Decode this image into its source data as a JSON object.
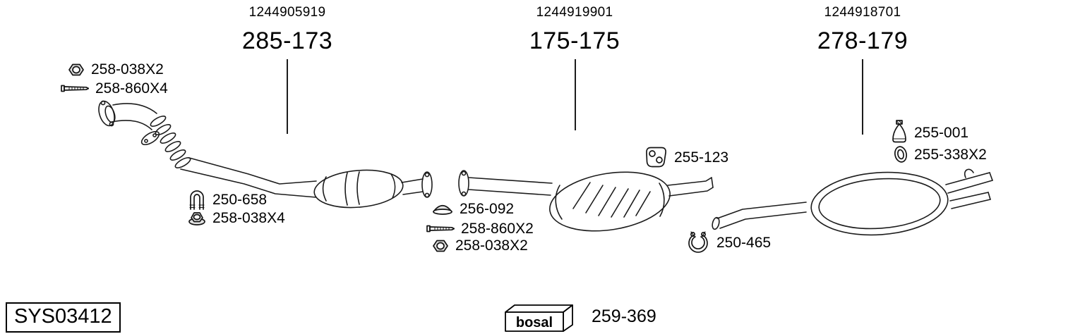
{
  "assemblies": [
    {
      "oe_number": "1244905919",
      "part_number": "285-173"
    },
    {
      "oe_number": "1244919901",
      "part_number": "175-175"
    },
    {
      "oe_number": "1244918701",
      "part_number": "278-179"
    }
  ],
  "parts": [
    {
      "label": "258-038X2",
      "icon": "hex-nut"
    },
    {
      "label": "258-860X4",
      "icon": "bolt"
    },
    {
      "label": "250-658",
      "icon": "u-bolt"
    },
    {
      "label": "258-038X4",
      "icon": "flange-nut"
    },
    {
      "label": "256-092",
      "icon": "gasket-cap"
    },
    {
      "label": "258-860X2",
      "icon": "bolt"
    },
    {
      "label": "258-038X2",
      "icon": "hex-nut"
    },
    {
      "label": "255-123",
      "icon": "rubber-hanger"
    },
    {
      "label": "250-465",
      "icon": "clamp"
    },
    {
      "label": "255-001",
      "icon": "rubber-buffer"
    },
    {
      "label": "255-338X2",
      "icon": "seal-ring"
    }
  ],
  "footer": {
    "system_code": "SYS03412",
    "brand_logo_text": "bosal",
    "brand_part_number": "259-369"
  },
  "colors": {
    "line": "#1c1c1c",
    "text": "#000000",
    "background": "#ffffff"
  }
}
